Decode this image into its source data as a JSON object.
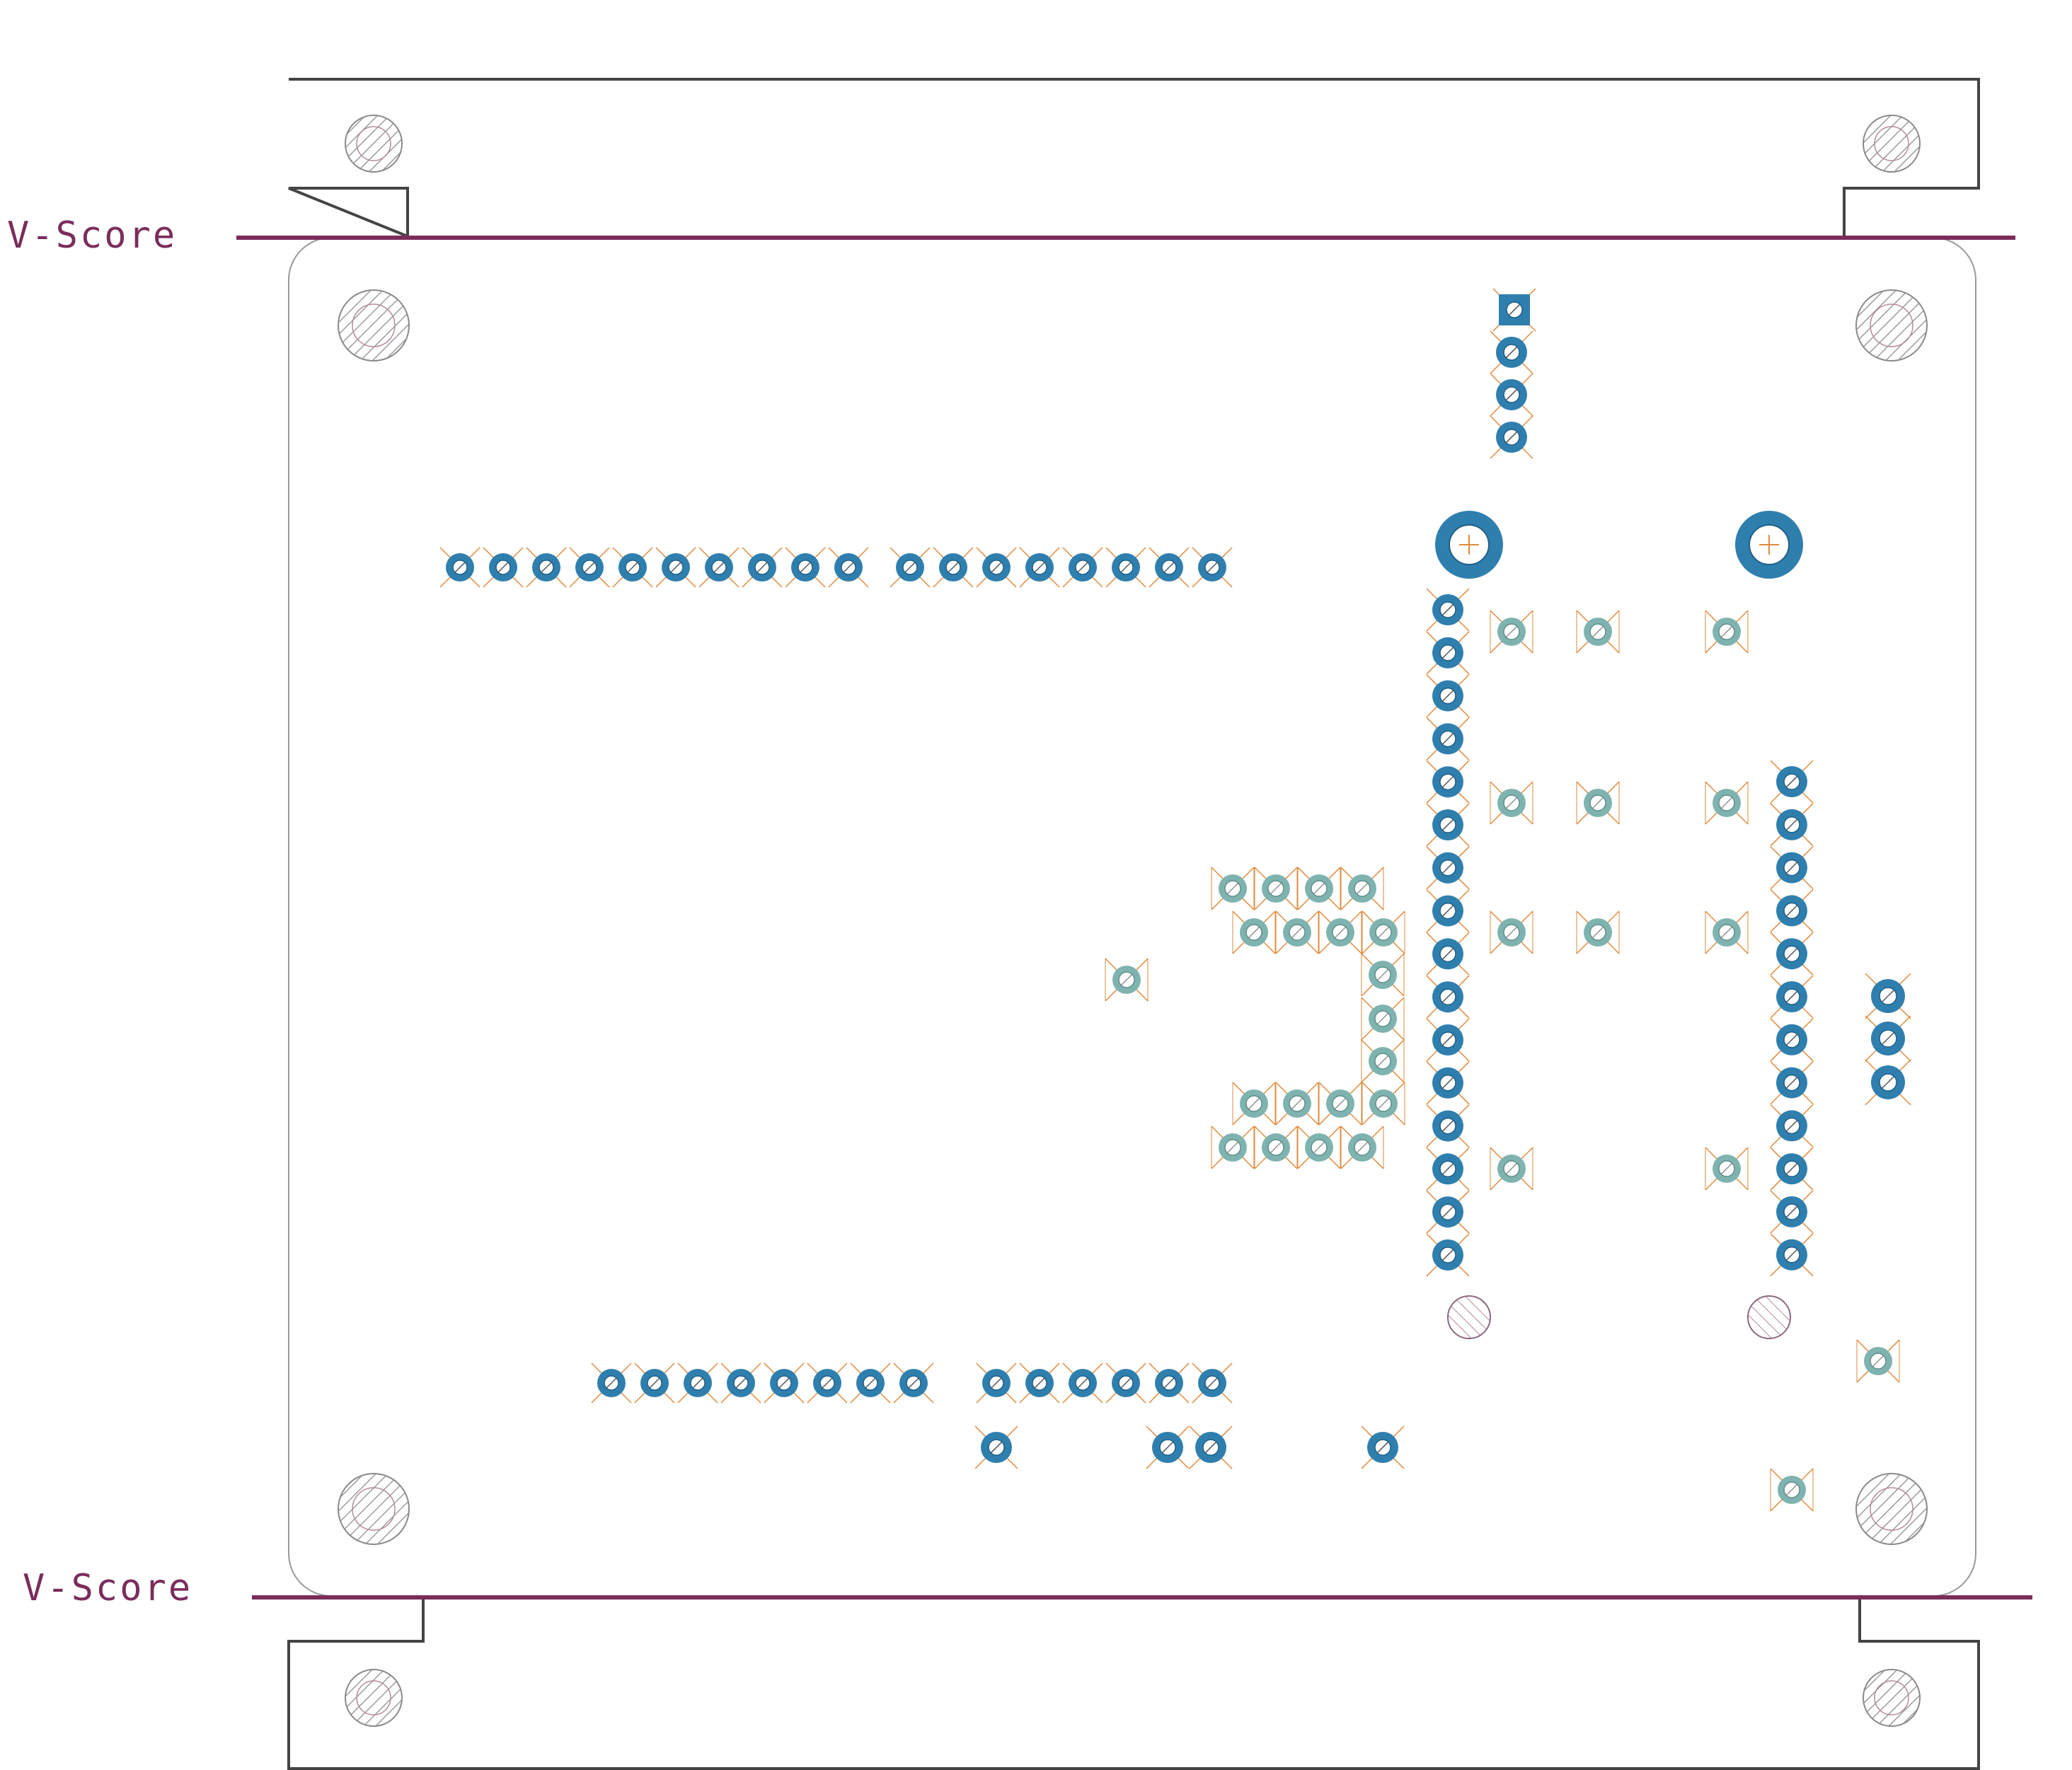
{
  "labels": {
    "vscore_top": "V-Score",
    "vscore_bottom": "V-Score"
  },
  "colors": {
    "outline": "#444444",
    "board_edge": "#9a9a9a",
    "vscore": "#7a2d5c",
    "pad": "#2f7fae",
    "via": "#7fb3b0",
    "drill_hatch": "#8a8a8a",
    "cross": "#e08a3c"
  },
  "components": {
    "mounting_holes": 8,
    "small_holes": 2,
    "large_pads": 2,
    "header_top_count": 18,
    "header_bottom_count": 14,
    "connector_4pin": 4,
    "column_left_count": 16,
    "column_right_count": 12,
    "connector_3pin": 3
  }
}
